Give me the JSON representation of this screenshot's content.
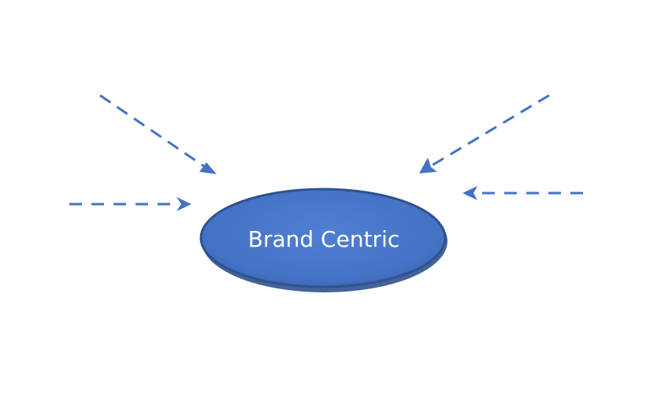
{
  "diagram": {
    "center_node": {
      "label": "Brand Centric",
      "fill_color": "#4472c4",
      "border_color": "#2f528f"
    },
    "arrow_color": "#4472c4",
    "arrows": [
      {
        "id": "top-left",
        "style": "dashed",
        "direction": "toward-center"
      },
      {
        "id": "left",
        "style": "dashed",
        "direction": "toward-center"
      },
      {
        "id": "top-right",
        "style": "dashed",
        "direction": "toward-center"
      },
      {
        "id": "right",
        "style": "dashed",
        "direction": "toward-center"
      }
    ]
  }
}
